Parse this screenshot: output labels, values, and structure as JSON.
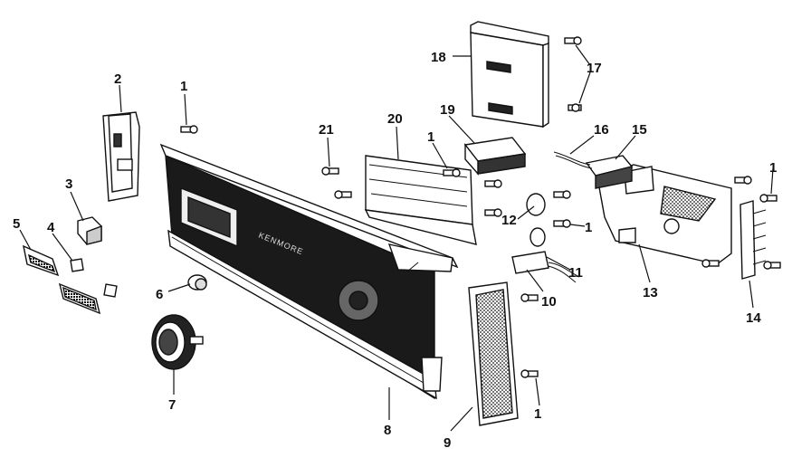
{
  "diagram": {
    "brand_text": "KENMORE",
    "callouts": {
      "c1a": "1",
      "c1b": "1",
      "c1c": "1",
      "c1d": "1",
      "c1e": "1",
      "c2": "2",
      "c3": "3",
      "c4": "4",
      "c5": "5",
      "c6": "6",
      "c7": "7",
      "c8": "8",
      "c9": "9",
      "c10": "10",
      "c11": "11",
      "c12": "12",
      "c13": "13",
      "c14": "14",
      "c15": "15",
      "c16": "16",
      "c17": "17",
      "c18": "18",
      "c19": "19",
      "c20": "20",
      "c21": "21"
    },
    "colors": {
      "ink": "#111111",
      "paper": "#ffffff",
      "shade": "#555555"
    }
  }
}
